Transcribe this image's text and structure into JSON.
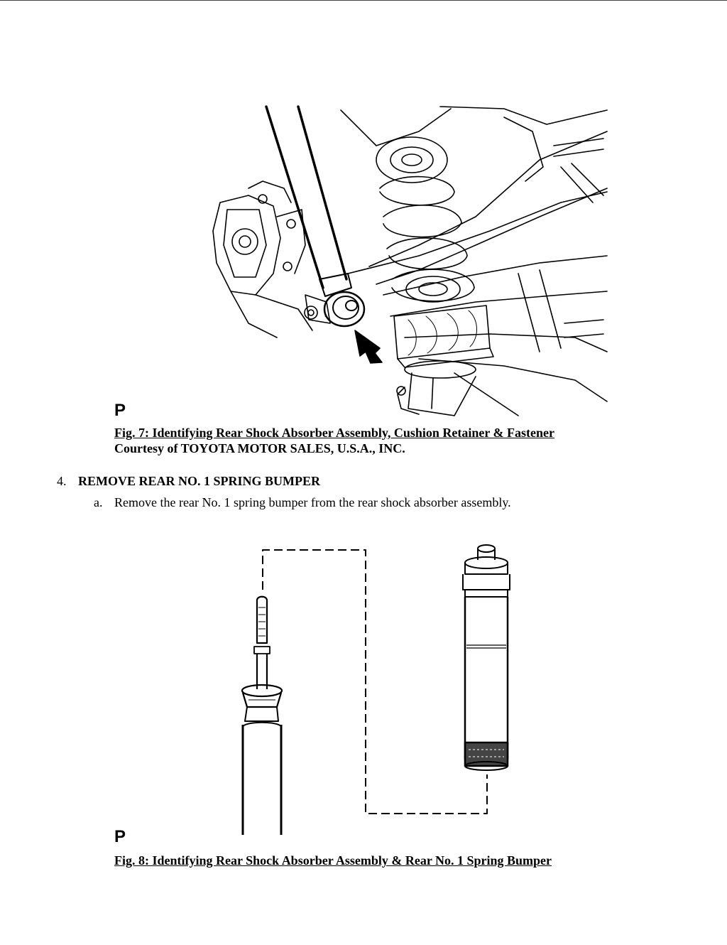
{
  "figure7": {
    "marker": "P",
    "title": "Fig. 7: Identifying Rear Shock Absorber Assembly, Cushion Retainer & Fastener",
    "credit": "Courtesy of TOYOTA MOTOR SALES, U.S.A., INC."
  },
  "step4": {
    "number": "4.",
    "heading": "REMOVE REAR NO. 1 SPRING BUMPER",
    "substeps": [
      {
        "letter": "a.",
        "text": "Remove the rear No. 1 spring bumper from the rear shock absorber assembly."
      }
    ]
  },
  "figure8": {
    "marker": "P",
    "title": "Fig. 8: Identifying Rear Shock Absorber Assembly & Rear No. 1 Spring Bumper"
  }
}
